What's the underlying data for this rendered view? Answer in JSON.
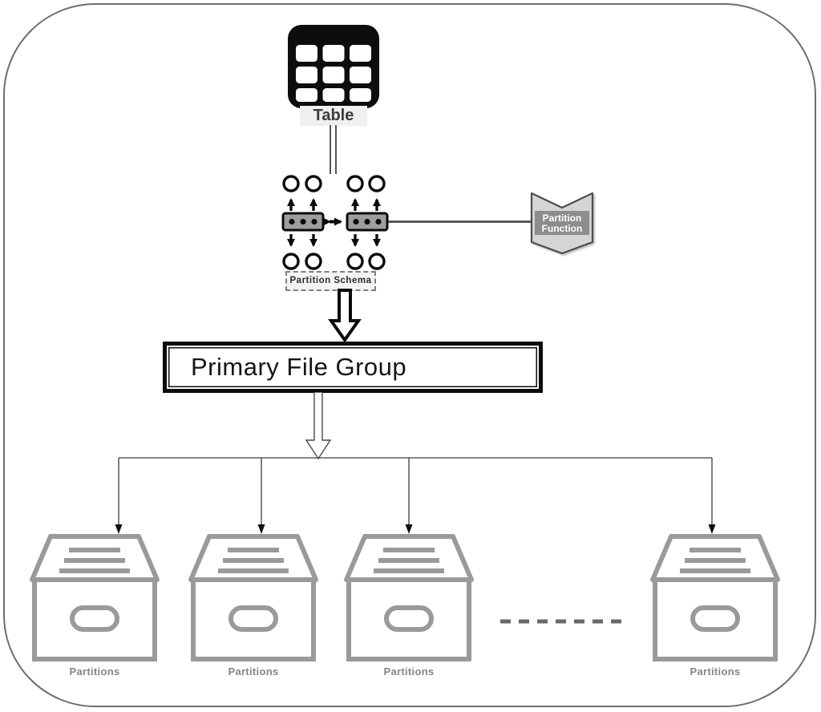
{
  "table": {
    "label": "Table"
  },
  "partition_schema": {
    "label": "Partition Schema"
  },
  "partition_function": {
    "line1": "Partition",
    "line2": "Function"
  },
  "primary_file_group": {
    "label": "Primary File Group"
  },
  "partitions": [
    {
      "label": "Partitions"
    },
    {
      "label": "Partitions"
    },
    {
      "label": "Partitions"
    },
    {
      "label": "Partitions"
    }
  ],
  "colors": {
    "cabinet_gray": "#9a9a9a",
    "connector_gray": "#595959",
    "thin_line_gray": "#3d3d3d",
    "banner_fill": "#d5d5d5",
    "banner_label_bg": "#8d8d8d",
    "banner_text": "#ffffff",
    "box_border": "#0c0c0c",
    "partitions_label_gray": "#848484",
    "frame_border": "#6e6e6e",
    "schema_rect_fill": "#9e9e9e"
  }
}
